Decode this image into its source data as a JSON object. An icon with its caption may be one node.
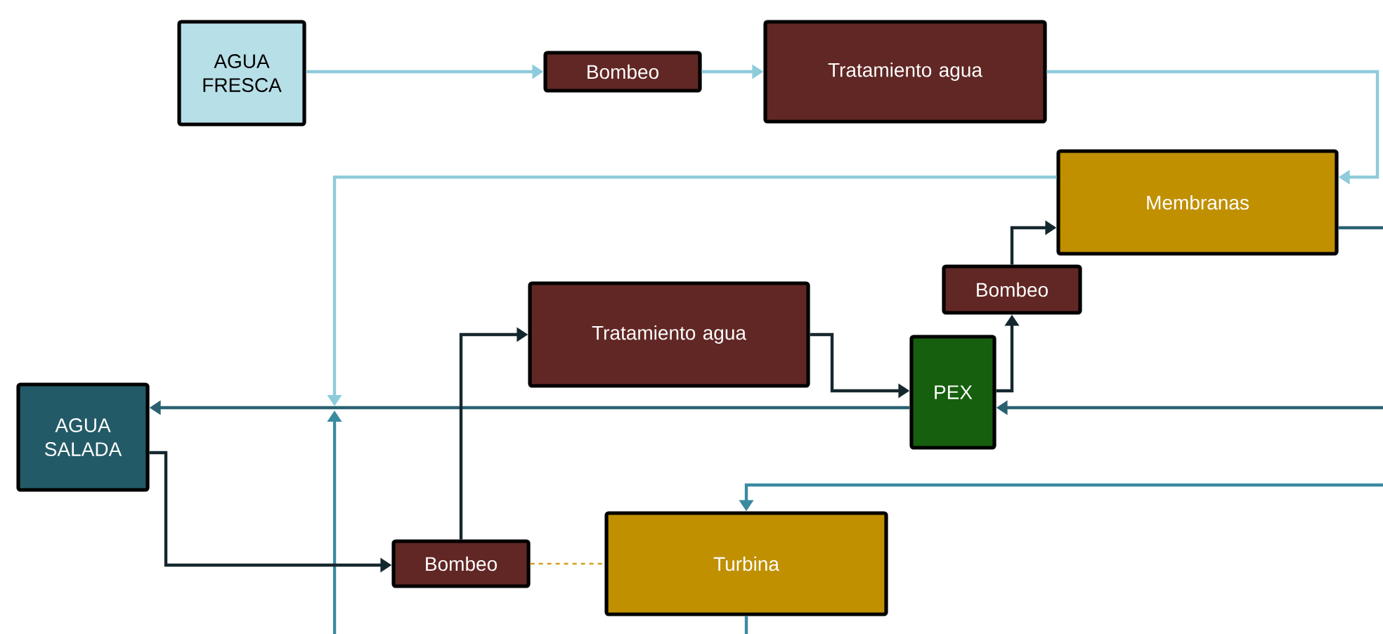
{
  "diagram": {
    "nodes": [
      {
        "text": [
          "AGUA FRESCA"
        ]
      },
      {
        "text": [
          "Bombeo"
        ]
      },
      {
        "text": [
          "Tratamiento agua"
        ]
      },
      {
        "text": [
          "Membranas"
        ]
      },
      {
        "text": [
          "Bombeo"
        ]
      },
      {
        "text": [
          "Tratamiento agua"
        ]
      },
      {
        "text": [
          "AGUA SALADA"
        ]
      },
      {
        "text": [
          "PEX"
        ]
      },
      {
        "text": [
          "Bombeo"
        ]
      },
      {
        "text": [
          "Turbina"
        ]
      }
    ],
    "edges": [
      {
        "from": 0,
        "to": 1,
        "arrow": "to",
        "color": "#8ecbdb"
      },
      {
        "from": 1,
        "to": 2,
        "arrow": "to",
        "color": "#8ecbdb"
      },
      {
        "from": 2,
        "to": 3,
        "arrow": "to",
        "color": "#8ecbdb"
      },
      {
        "from": 3,
        "to": null,
        "arrow": "to",
        "color": "#8ecbdb"
      },
      {
        "from": 7,
        "to": 6,
        "arrow": "to",
        "color": "#2a6171"
      },
      {
        "from": null,
        "to": 7,
        "arrow": "to",
        "color": "#2a6171"
      },
      {
        "from": 6,
        "to": 8,
        "arrow": "to"
      },
      {
        "from": 8,
        "to": 5,
        "arrow": "to"
      },
      {
        "from": 5,
        "to": 7,
        "arrow": "to"
      },
      {
        "from": 7,
        "to": 4,
        "arrow": "to"
      },
      {
        "from": 4,
        "to": 3,
        "arrow": "to"
      },
      {
        "from": 8,
        "to": 9,
        "arrow": "none",
        "style": "dashed",
        "color": "#d4a017"
      },
      {
        "from": 3,
        "to": null,
        "arrow": "none",
        "color": "#2a6171"
      },
      {
        "from": null,
        "to": 9,
        "arrow": "to",
        "color": "#3a8aa0"
      },
      {
        "from": 9,
        "to": null,
        "arrow": "none",
        "color": "#3a8aa0"
      }
    ]
  }
}
